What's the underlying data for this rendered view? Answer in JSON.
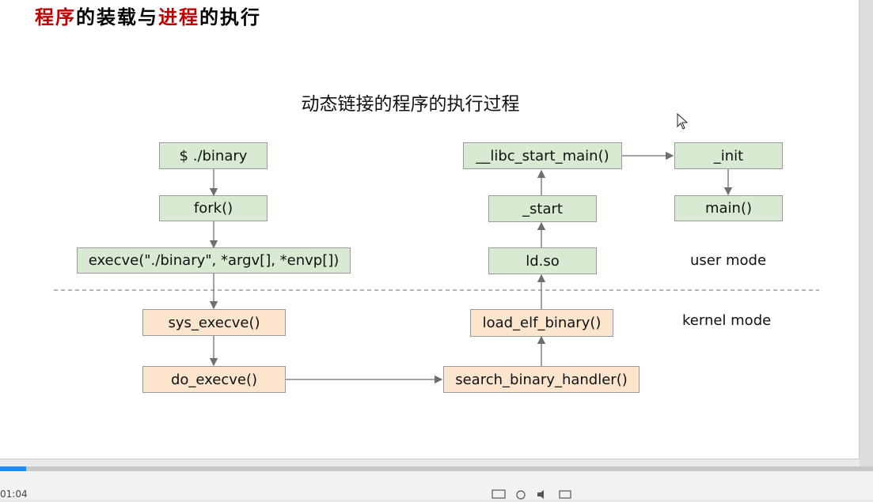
{
  "header": {
    "title_part1": "程序",
    "title_part2": "的装载与",
    "title_part3": "进程",
    "title_part4": "的执行"
  },
  "diagram": {
    "title": "动态链接的程序的执行过程",
    "user_mode_label": "user mode",
    "kernel_mode_label": "kernel mode",
    "nodes": {
      "binary": "$ ./binary",
      "fork": "fork()",
      "execve": "execve(\"./binary\", *argv[], *envp[])",
      "sys_execve": "sys_execve()",
      "do_execve": "do_execve()",
      "search_binary_handler": "search_binary_handler()",
      "load_elf_binary": "load_elf_binary()",
      "ld_so": "ld.so",
      "start": "_start",
      "libc_start_main": "__libc_start_main()",
      "init": "_init",
      "main": "main()"
    }
  },
  "player": {
    "time": "01:04",
    "progress": 0.03
  },
  "colors": {
    "user_box": "#d9ead3",
    "kernel_box": "#fce5cd",
    "progress": "#1a8cff",
    "title_red": "#c00000"
  }
}
